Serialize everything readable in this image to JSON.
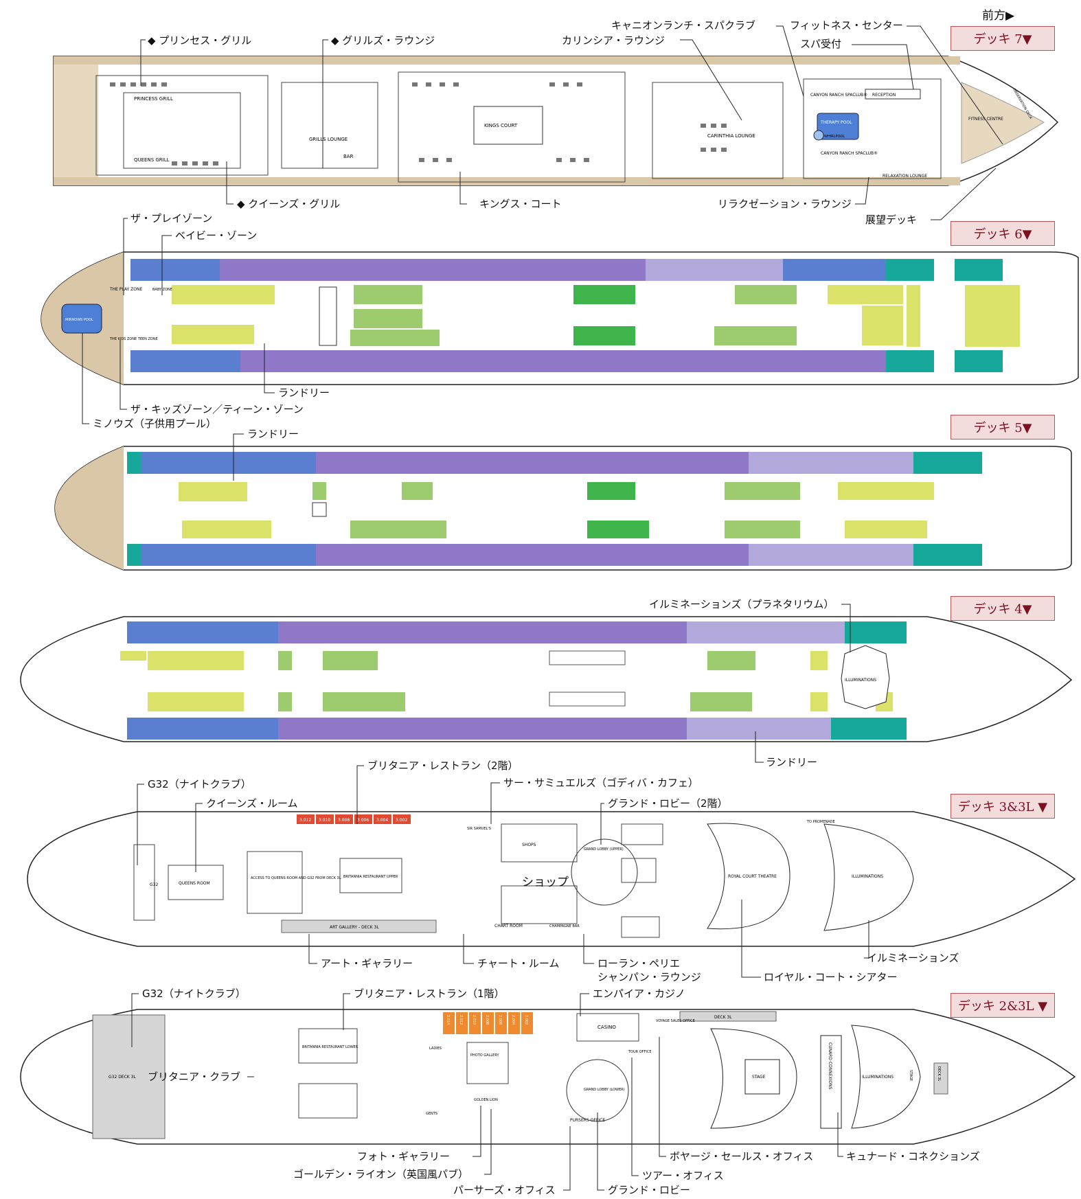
{
  "forward_label": "前方▶",
  "decks": {
    "d7": {
      "badge": "デッキ 7▼"
    },
    "d6": {
      "badge": "デッキ 6▼"
    },
    "d5": {
      "badge": "デッキ 5▼"
    },
    "d4": {
      "badge": "デッキ 4▼"
    },
    "d3": {
      "badge": "デッキ 3&3L ▼"
    },
    "d2": {
      "badge": "デッキ 2&3L ▼"
    }
  },
  "callouts": {
    "princess_grill": "◆ プリンセス・グリル",
    "grills_lounge": "◆ グリルズ・ラウンジ",
    "canyon_ranch": "キャニオンランチ・スパクラブ",
    "fitness_centre": "フィットネス・センター",
    "spa_reception": "スパ受付",
    "carinthia_lounge": "カリンシア・ラウンジ",
    "queens_grill": "◆ クイーンズ・グリル",
    "kings_court": "キングス・コート",
    "relaxation_lounge": "リラクゼーション・ラウンジ",
    "observation_deck": "展望デッキ",
    "play_zone": "ザ・プレイゾーン",
    "baby_zone": "ベイビー・ゾーン",
    "laundry6": "ランドリー",
    "kids_zone": "ザ・キッズゾーン／ティーン・ゾーン",
    "minnows_pool": "ミノウズ（子供用プール）",
    "laundry5": "ランドリー",
    "illuminations_planetarium": "イルミネーションズ（プラネタリウム）",
    "laundry4": "ランドリー",
    "britannia_upper": "ブリタニア・レストラン（2階）",
    "sir_samuels": "サー・サミュエルズ（ゴディバ・カフェ）",
    "g32_3": "G32（ナイトクラブ）",
    "queens_room": "クイーンズ・ルーム",
    "grand_lobby_upper": "グランド・ロビー（2階）",
    "shops": "ショップ",
    "art_gallery": "アート・ギャラリー",
    "chart_room": "チャート・ルーム",
    "champagne_bar_1": "ローラン・ペリエ",
    "champagne_bar_2": "シャンパン・ラウンジ",
    "illuminations": "イルミネーションズ",
    "royal_court": "ロイヤル・コート・シアター",
    "g32_2": "G32（ナイトクラブ）",
    "britannia_lower": "ブリタニア・レストラン（1階）",
    "empire_casino": "エンパイア・カジノ",
    "britannia_club": "ブリタニア・クラブ",
    "photo_gallery": "フォト・ギャラリー",
    "golden_lion": "ゴールデン・ライオン（英国風パブ）",
    "pursers_office": "パーサーズ・オフィス",
    "voyage_sales": "ボヤージ・セールス・オフィス",
    "cunard_connexions": "キュナード・コネクションズ",
    "tour_office": "ツアー・オフィス",
    "grand_lobby": "グランド・ロビー"
  },
  "plan_labels": {
    "princess_grill": "PRINCESS GRILL",
    "queens_grill": "QUEENS GRILL",
    "grills_lounge": "GRILLS LOUNGE",
    "bar": "BAR",
    "kings_court": "KINGS COURT",
    "carinthia": "CARINTHIA LOUNGE",
    "spa1": "CANYON RANCH SPACLUB®",
    "spa2": "CANYON RANCH SPACLUB®",
    "reception": "RECEPTION",
    "therapy_pool": "THERAPY POOL",
    "whirlpool": "WHIRLPOOL",
    "relaxation": "RELAXATION LOUNGE",
    "fitness": "FITNESS CENTRE",
    "observation": "OBSERVATION DECK",
    "play_zone": "THE PLAY ZONE",
    "baby_zone": "BABY ZONE",
    "kids_zone": "THE KIDS ZONE TEEN ZONE",
    "minnows": "MINNOWS POOL",
    "illuminations4": "ILLUMINATIONS",
    "queens_room": "QUEENS ROOM",
    "g32": "G32",
    "access": "ACCESS TO QUEENS ROOM AND G32 FROM DECK 3L",
    "britannia_upper": "BRITANNIA RESTAURANT UPPER",
    "art_gallery": "ART GALLERY - DECK 3L",
    "sir_samuels": "SIR SAMUEL'S",
    "shops": "SHOPS",
    "grand_lobby_upper": "GRAND LOBBY (UPPER)",
    "chart_room": "CHART ROOM",
    "champagne": "CHAMPAGNE BAR",
    "royal_court": "ROYAL COURT THEATRE",
    "illuminations3": "ILLUMINATIONS",
    "to_promenade": "TO PROMENADE",
    "g32_deck3l": "G32 DECK 3L",
    "britannia_lower": "BRITANNIA RESTAURANT LOWER",
    "casino": "CASINO",
    "ladies": "LADIES",
    "gents": "GENTS",
    "photo_gallery": "PHOTO GALLERY",
    "golden_lion": "GOLDEN LION",
    "grand_lobby_lower": "GRAND LOBBY (LOWER)",
    "pursers": "PURSERS OFFICE",
    "tour_office": "TOUR OFFICE",
    "voyage_sales": "VOYAGE SALES OFFICE",
    "deck3l": "DECK 3L",
    "stage": "STAGE",
    "cunard": "CUNARD CONNEXIONS",
    "illuminations2": "ILLUMINATIONS",
    "stage2": "STAGE",
    "deck_3l_b": "DECK 3L"
  },
  "deck3_staterooms": [
    "3.012",
    "3.010",
    "3.008",
    "3.006",
    "3.004",
    "3.002"
  ],
  "deck2_staterooms": [
    "2.014",
    "2.012",
    "2.010",
    "2.008",
    "2.006",
    "2.004",
    "2.002"
  ],
  "colors": {
    "blue": "#5a7fd0",
    "purple": "#8f78c8",
    "lavender": "#b2a8dc",
    "yellow": "#dbe26a",
    "green": "#9ccc6e",
    "bright_green": "#3fb44a",
    "teal": "#16a89a",
    "orange": "#f08a2e",
    "red": "#e04a32",
    "badge_bg": "#f3dcdc",
    "badge_text": "#7a1020"
  }
}
